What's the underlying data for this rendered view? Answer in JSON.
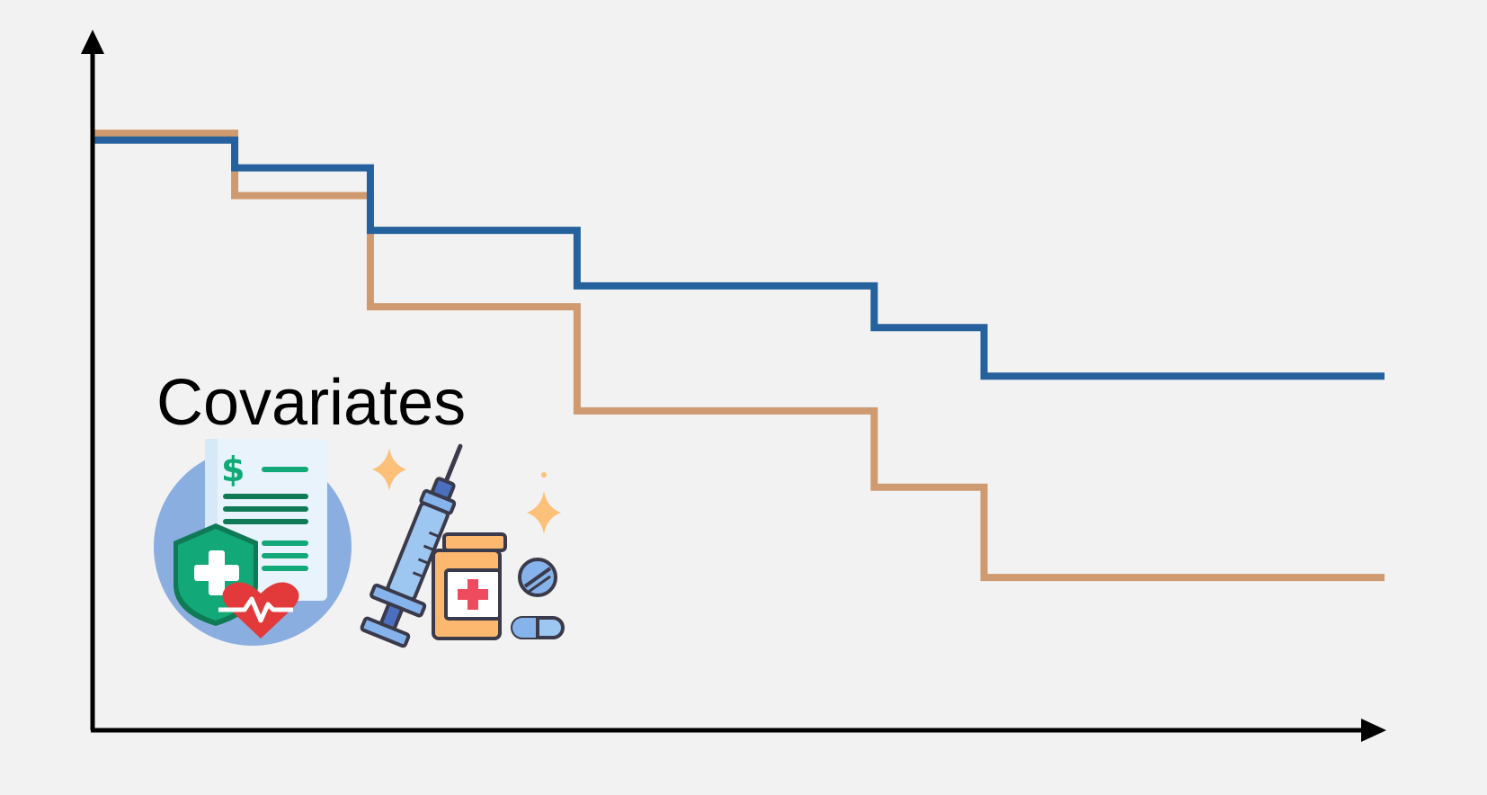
{
  "colors": {
    "background": "#f2f2f2",
    "axis": "#000000",
    "series_blue": "#25619c",
    "series_tan": "#cf9a70",
    "doc_circle": "#8aaee0",
    "doc_paper": "#e8f3fb",
    "green_dark": "#0f7a55",
    "green_light": "#12a877",
    "heart_red": "#e23a3a",
    "bottle_orange": "#fdb870",
    "sparkle": "#fcc078",
    "syringe_blue": "#9dc6f0",
    "syringe_dark": "#4a6fbf",
    "outline": "#3a3a4a",
    "cross_red": "#ef4b5f",
    "pill_blue": "#86b3ec"
  },
  "covariates": {
    "label": "Covariates",
    "icons": [
      "insurance-document-icon",
      "shield-cross-icon",
      "heart-pulse-icon",
      "syringe-icon",
      "medicine-bottle-icon",
      "pill-icon",
      "capsule-icon",
      "sparkle-icon"
    ]
  },
  "chart_data": {
    "type": "line",
    "step": true,
    "title": "",
    "xlabel": "",
    "ylabel": "",
    "grid": false,
    "legend": "none",
    "xlim": [
      0,
      100
    ],
    "ylim": [
      0,
      1
    ],
    "series": [
      {
        "color": "#25619c",
        "x": [
          0,
          11,
          21.5,
          37.5,
          60.5,
          69,
          100
        ],
        "y": [
          0.85,
          0.81,
          0.72,
          0.64,
          0.58,
          0.51,
          0.51
        ]
      },
      {
        "color": "#cf9a70",
        "x": [
          0,
          11,
          21.5,
          37.5,
          60.5,
          69,
          100
        ],
        "y": [
          0.86,
          0.77,
          0.61,
          0.46,
          0.35,
          0.22,
          0.22
        ]
      }
    ]
  }
}
